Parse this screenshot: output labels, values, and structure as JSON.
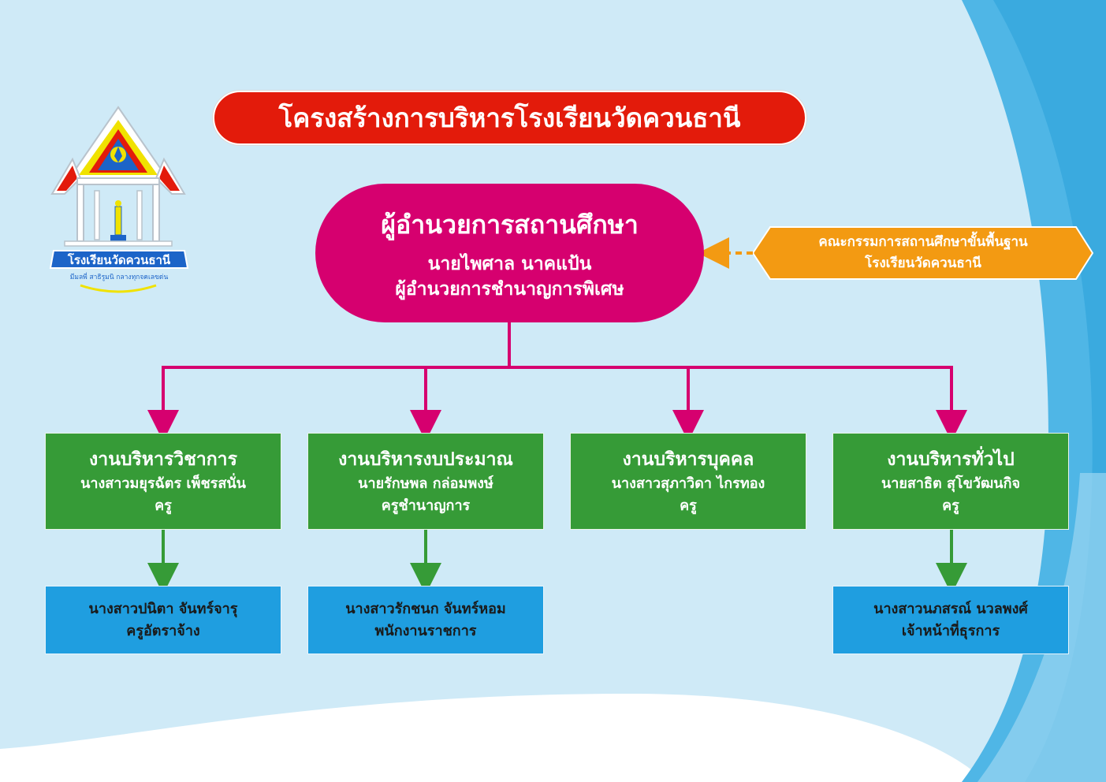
{
  "title": "โครงสร้างการบริหารโรงเรียนวัดควนธานี",
  "logo": {
    "name_text": "โรงเรียนวัดควนธานี",
    "motto_text": "มีมลพี่ สาธิรูมนิ กลางทุกจคเลขด่น"
  },
  "director": {
    "position": "ผู้อำนวยการสถานศึกษา",
    "name": "นายไพศาล นาคแป้น",
    "rank": "ผู้อำนวยการชำนาญการพิเศษ"
  },
  "committee": {
    "line1": "คณะกรรมการสถานศึกษาขั้นพื้นฐาน",
    "line2": "โรงเรียนวัดควนธานี"
  },
  "departments": [
    {
      "title": "งานบริหารวิชาการ",
      "name": "นางสาวมยุรฉัตร เพ็ชรสนั่น",
      "rank": "ครู"
    },
    {
      "title": "งานบริหารงบประมาณ",
      "name": "นายรักษพล กล่อมพงษ์",
      "rank": "ครูชำนาญการ"
    },
    {
      "title": "งานบริหารบุคคล",
      "name": "นางสาวสุภาวิดา ไกรทอง",
      "rank": "ครู"
    },
    {
      "title": "งานบริหารทั่วไป",
      "name": "นายสาธิต สุโขวัฒนกิจ",
      "rank": "ครู"
    }
  ],
  "staff": [
    {
      "name": "นางสาวปนิตา จันทร์จารุ",
      "role": "ครูอัตราจ้าง"
    },
    {
      "name": "นางสาวรักชนก จันทร์หอม",
      "role": "พนักงานราชการ"
    },
    {
      "name": "นางสาวนภสรณ์ นวลพงศ์",
      "role": "เจ้าหน้าที่ธุรการ"
    }
  ],
  "colors": {
    "title_bg": "#e31b0b",
    "director_bg": "#d6006f",
    "committee_bg": "#f39a12",
    "department_bg": "#369b37",
    "staff_bg": "#1f9ee0",
    "background_light": "#d0ebf8",
    "background_accent": "#4fb6e6"
  }
}
